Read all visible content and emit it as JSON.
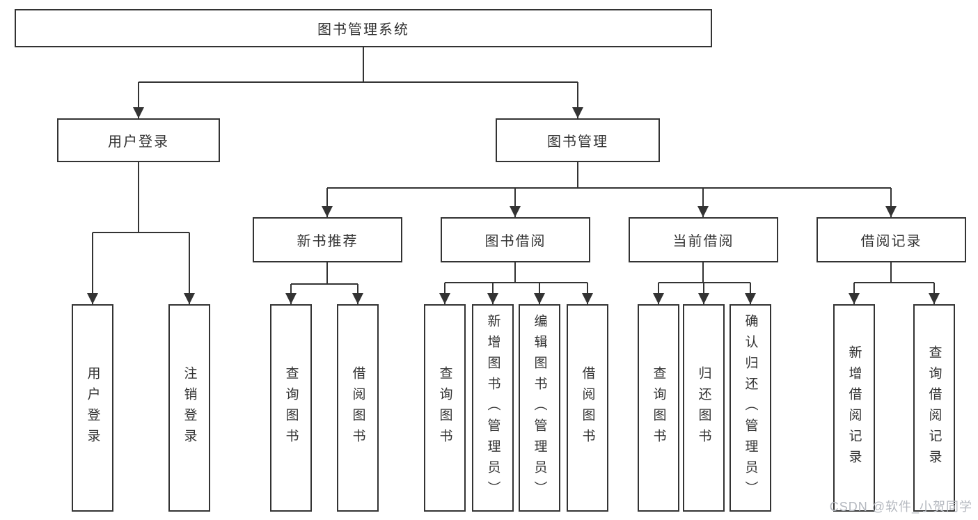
{
  "diagram": {
    "root": "图书管理系统",
    "level1": {
      "user_login": "用户登录",
      "book_mgmt": "图书管理"
    },
    "level2": {
      "new_book": "新书推荐",
      "book_borrow": "图书借阅",
      "current_borrow": "当前借阅",
      "borrow_record": "借阅记录"
    },
    "leaves": {
      "user_login": "用户登录",
      "logout": "注销登录",
      "nb_query": "查询图书",
      "nb_borrow": "借阅图书",
      "bb_query": "查询图书",
      "bb_add": "新增图书（管理员）",
      "bb_edit": "编辑图书（管理员）",
      "bb_borrow": "借阅图书",
      "cb_query": "查询图书",
      "cb_return": "归还图书",
      "cb_confirm": "确认归还（管理员）",
      "br_add": "新增借阅记录",
      "br_query": "查询借阅记录"
    }
  },
  "watermark": "CSDN @软件_小贺同学",
  "colors": {
    "line": "#333333",
    "text": "#333333",
    "watermark": "#b4b8bf",
    "background": "#ffffff"
  }
}
